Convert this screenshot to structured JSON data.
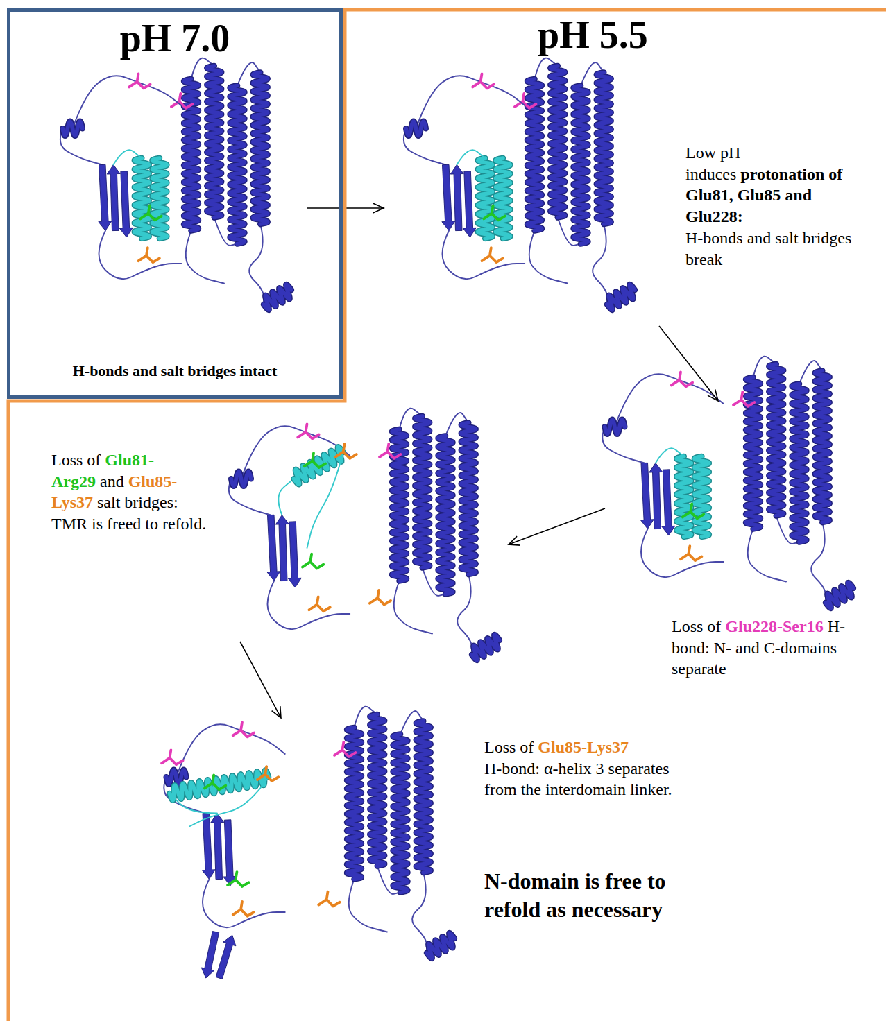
{
  "diagram": {
    "nodes": [
      {
        "text": [
          "pH 7.0",
          "H-bonds and salt bridges intact"
        ]
      },
      {
        "text": [
          "pH 5.5"
        ]
      }
    ],
    "labels": [
      "Low pH induces",
      "protonation of Glu81, Glu85 and Glu228:",
      "H-bonds and salt bridges break",
      "Loss of",
      "Glu228-Ser16",
      "H-bond: N- and C-domains separate",
      "Loss of",
      "Glu81-Arg29",
      "and",
      "Glu85-Lys37",
      "salt bridges: TMR is freed to refold.",
      "Loss of",
      "Glu85-Lys37",
      "H-bond: α-helix 3 separates from the interdomain linker.",
      "N-domain is free to refold as necessary"
    ]
  }
}
